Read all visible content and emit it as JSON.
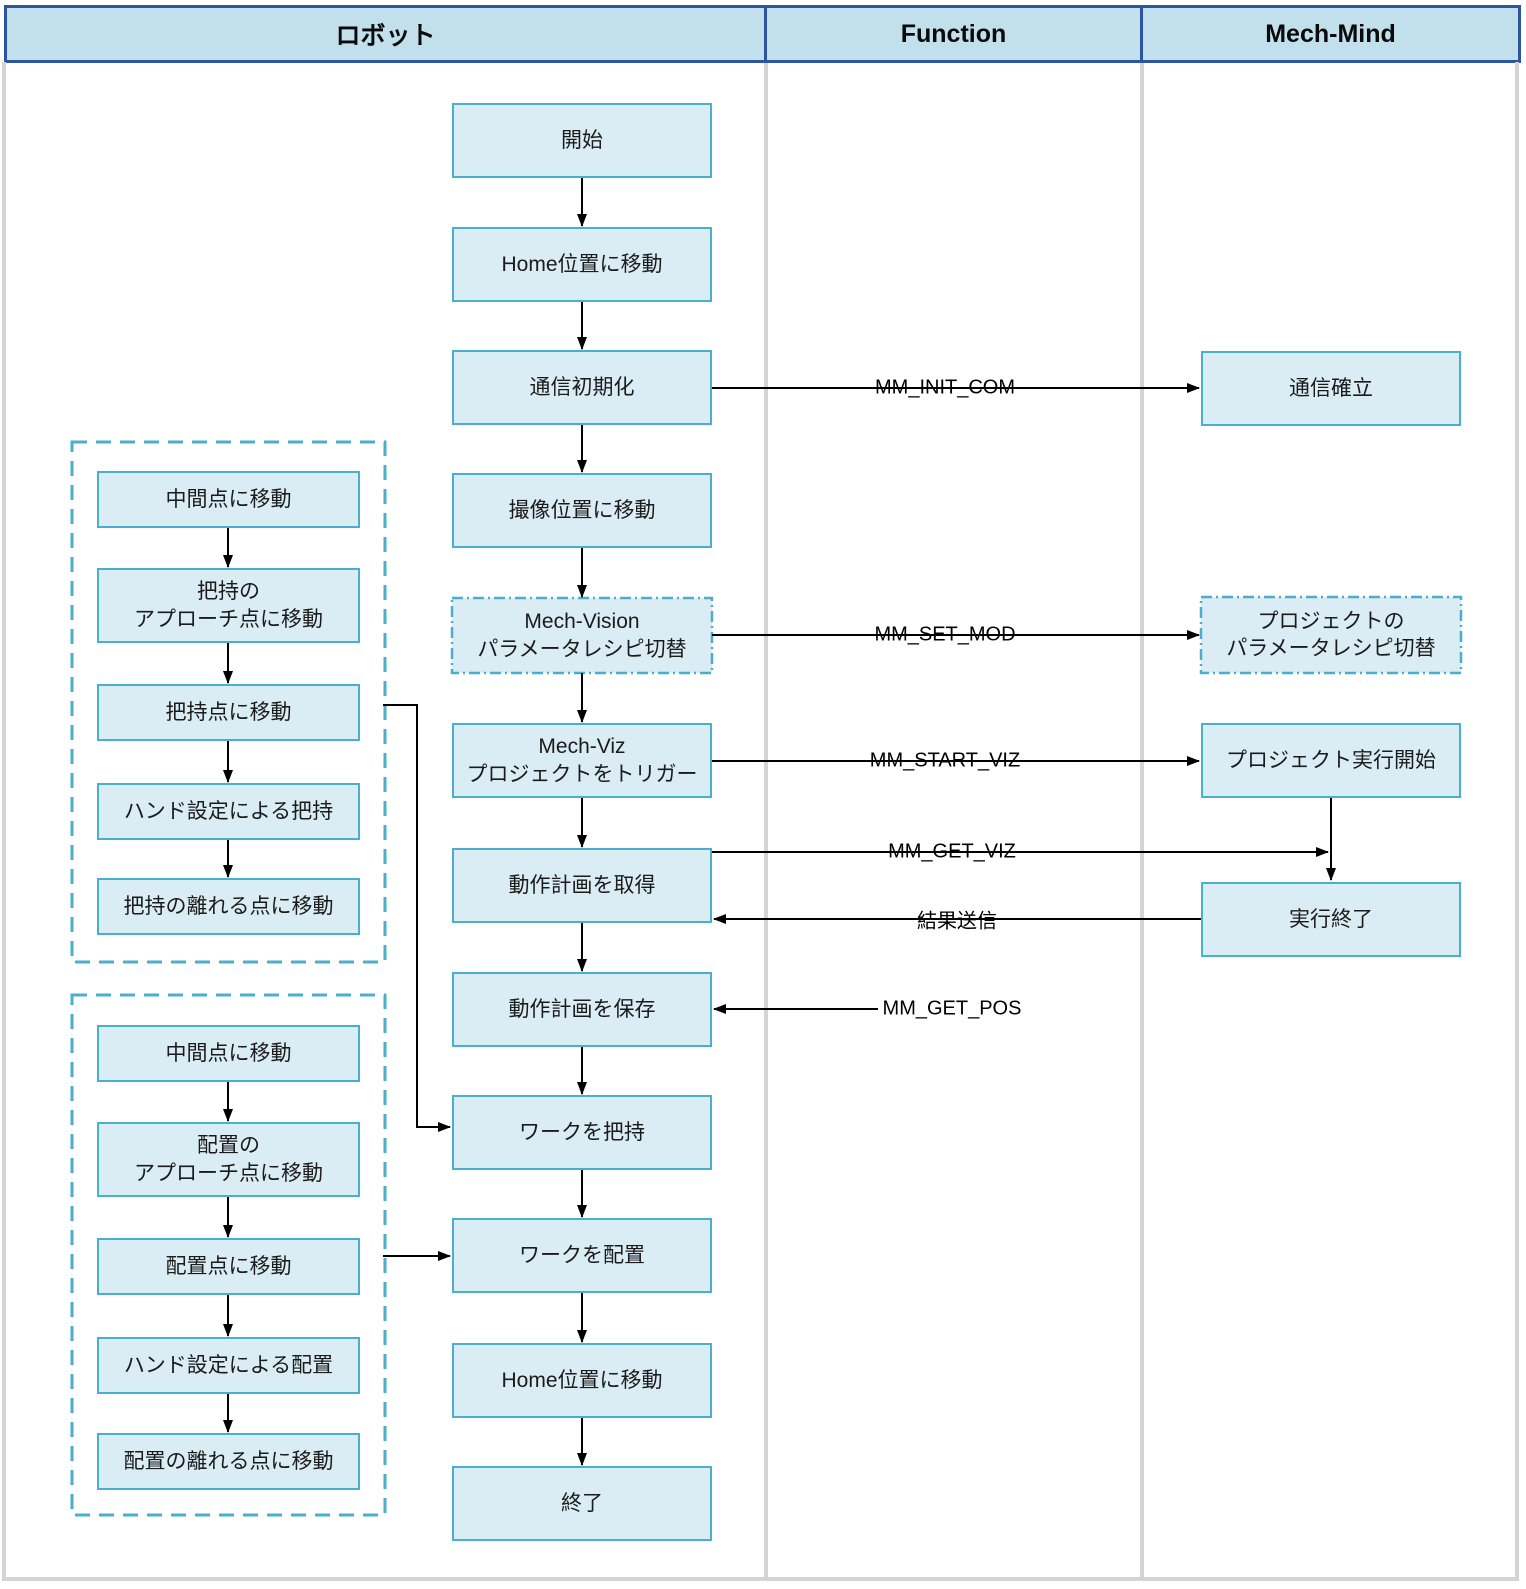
{
  "header": {
    "robot": "ロボット",
    "function": "Function",
    "mech_mind": "Mech-Mind"
  },
  "robot_flow": [
    {
      "label": "開始"
    },
    {
      "label": "Home位置に移動"
    },
    {
      "label": "通信初期化"
    },
    {
      "label": "撮像位置に移動"
    },
    {
      "label": "Mech-Vision\nパラメータレシピ切替"
    },
    {
      "label": "Mech-Viz\nプロジェクトをトリガー"
    },
    {
      "label": "動作計画を取得"
    },
    {
      "label": "動作計画を保存"
    },
    {
      "label": "ワークを把持"
    },
    {
      "label": "ワークを配置"
    },
    {
      "label": "Home位置に移動"
    },
    {
      "label": "終了"
    }
  ],
  "grasp_group": [
    {
      "label": "中間点に移動"
    },
    {
      "label": "把持の\nアプローチ点に移動"
    },
    {
      "label": "把持点に移動"
    },
    {
      "label": "ハンド設定による把持"
    },
    {
      "label": "把持の離れる点に移動"
    }
  ],
  "place_group": [
    {
      "label": "中間点に移動"
    },
    {
      "label": "配置の\nアプローチ点に移動"
    },
    {
      "label": "配置点に移動"
    },
    {
      "label": "ハンド設定による配置"
    },
    {
      "label": "配置の離れる点に移動"
    }
  ],
  "function_calls": [
    {
      "label": "MM_INIT_COM"
    },
    {
      "label": "MM_SET_MOD"
    },
    {
      "label": "MM_START_VIZ"
    },
    {
      "label": "MM_GET_VIZ"
    },
    {
      "label": "結果送信"
    },
    {
      "label": "MM_GET_POS"
    }
  ],
  "mech_mind_flow": [
    {
      "label": "通信確立"
    },
    {
      "label": "プロジェクトの\nパラメータレシピ切替"
    },
    {
      "label": "プロジェクト実行開始"
    },
    {
      "label": "実行終了"
    }
  ],
  "colors": {
    "node_border": "#4aaecd",
    "node_fill": "#daecf4",
    "header_border": "#2d549e",
    "header_fill": "#c1e0ec",
    "separator": "#d4d4d4",
    "arrow": "#000000"
  }
}
